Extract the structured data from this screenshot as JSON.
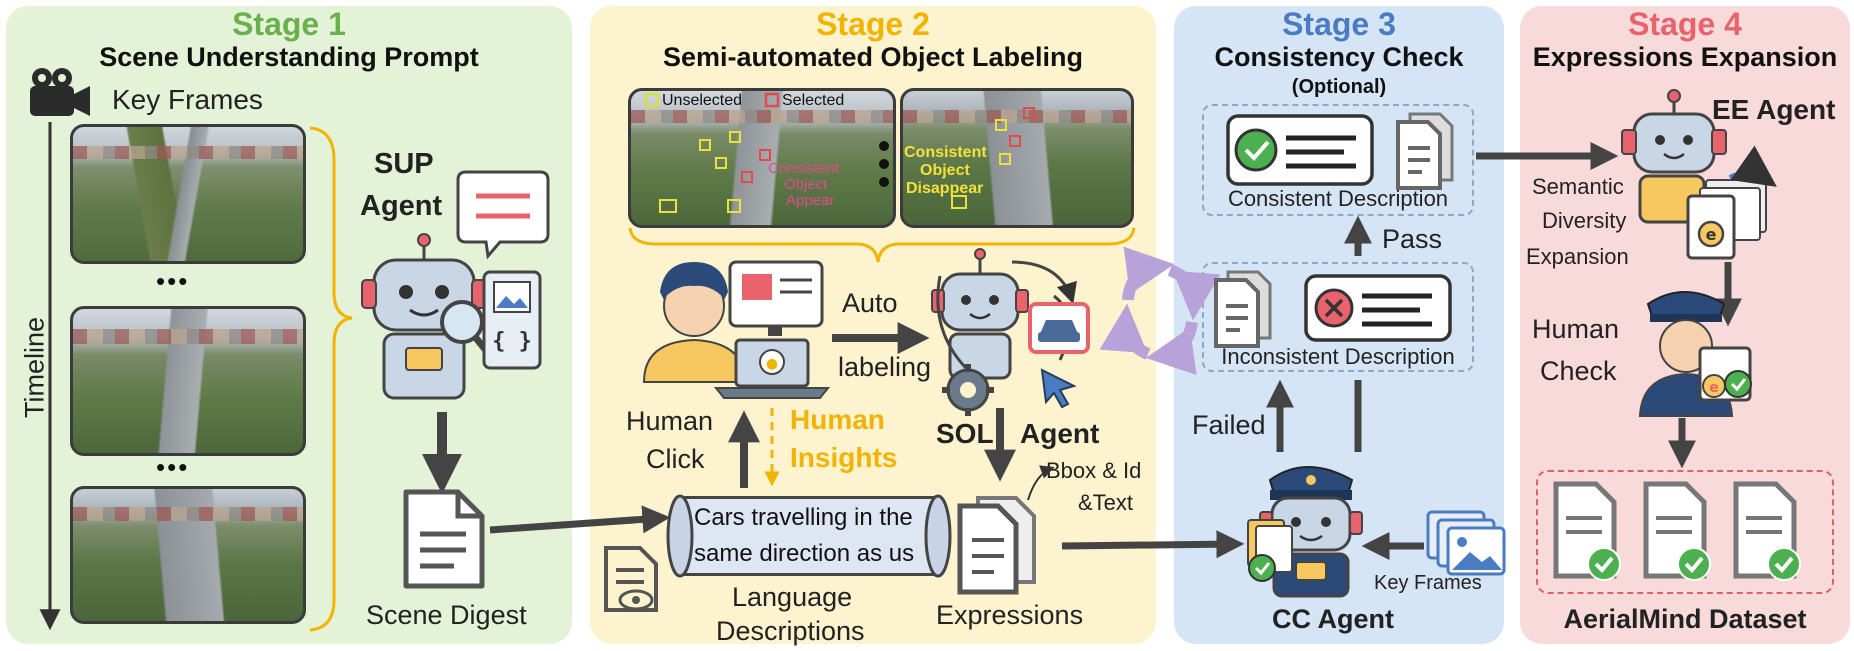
{
  "stage1": {
    "title": "Stage 1",
    "subtitle": "Scene Understanding Prompt",
    "key_frames": "Key Frames",
    "timeline": "Timeline",
    "ellipsis": "•••",
    "agent_line1": "SUP",
    "agent_line2": "Agent",
    "scene_digest": "Scene Digest"
  },
  "stage2": {
    "title": "Stage 2",
    "subtitle": "Semi-automated Object Labeling",
    "legend_unselected": "Unselected",
    "legend_selected": "Selected",
    "appear_line1": "Consistent",
    "appear_line2": "Object",
    "appear_line3": "Appear",
    "disappear_line1": "Consistent",
    "disappear_line2": "Object",
    "disappear_line3": "Disappear",
    "auto": "Auto",
    "labeling": "labeling",
    "human_click_1": "Human",
    "human_click_2": "Click",
    "insights_1": "Human",
    "insights_2": "Insights",
    "sol": "SOL",
    "agent": "Agent",
    "bbox_1": "Bbox & Id",
    "bbox_2": "&Text",
    "scroll_1": "Cars travelling in the",
    "scroll_2": "same direction as us",
    "lang_1": "Language",
    "lang_2": "Descriptions",
    "expressions": "Expressions"
  },
  "stage3": {
    "title": "Stage 3",
    "subtitle": "Consistency Check",
    "optional": "(Optional)",
    "consistent": "Consistent Description",
    "pass": "Pass",
    "inconsistent": "Inconsistent Description",
    "failed": "Failed",
    "key_frames": "Key Frames",
    "agent": "CC Agent"
  },
  "stage4": {
    "title": "Stage 4",
    "subtitle": "Expressions Expansion",
    "agent": "EE Agent",
    "sem_1": "Semantic",
    "sem_2": "Diversity",
    "sem_3": "Expansion",
    "human_1": "Human",
    "human_2": "Check",
    "dataset": "AerialMind Dataset"
  },
  "colors": {
    "stage1": "#6ab04c",
    "stage2": "#f2b400",
    "stage3": "#4a7cc4",
    "stage4": "#e8636b",
    "arrow": "#444444",
    "cycle": "#b7a3d9"
  }
}
